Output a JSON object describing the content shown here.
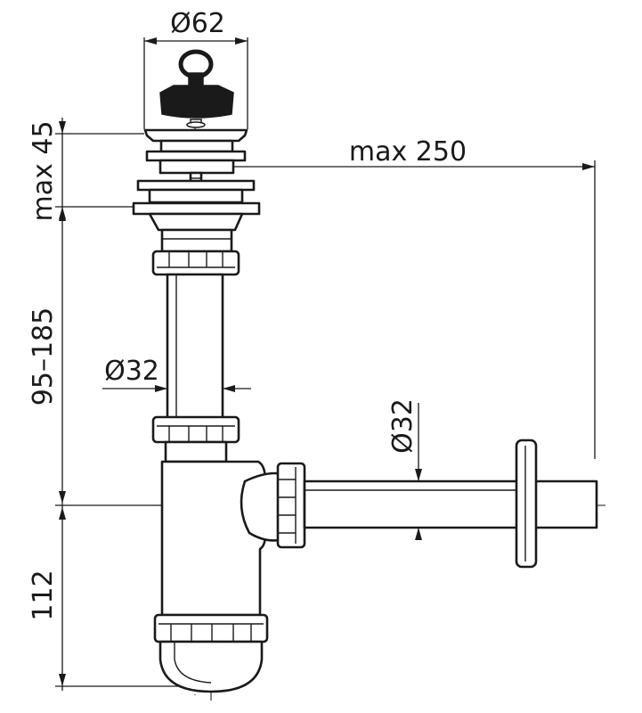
{
  "dimensions": {
    "stopper_diameter": "Ø62",
    "max_flange_height": "max 45",
    "max_outlet_length": "max 250",
    "height_range": "95–185",
    "tube_diameter": "Ø32",
    "outlet_diameter": "Ø32",
    "trap_depth": "112"
  },
  "colors": {
    "line": "#1a1a1a",
    "background": "#ffffff"
  }
}
